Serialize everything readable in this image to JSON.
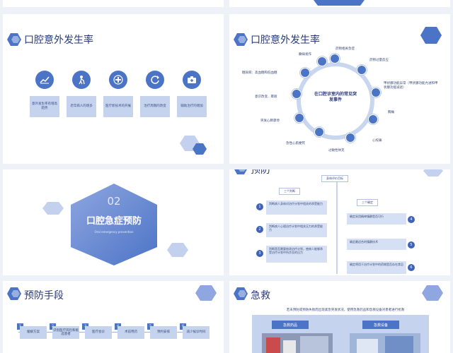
{
  "slide1": {
    "title": "口腔意外发生率",
    "items": [
      {
        "icon": "chart-icon",
        "text": "意外发生率有增高趋势"
      },
      {
        "icon": "elderly-icon",
        "text": "老年病人的增多"
      },
      {
        "icon": "medical-cross-icon",
        "text": "医疗新技术的开展"
      },
      {
        "icon": "cycle-icon",
        "text": "治疗周期的改变"
      },
      {
        "icon": "first-aid-icon",
        "text": "辅助治疗的增加"
      }
    ]
  },
  "slide2": {
    "title": "口腔意外发生率",
    "center": "在口腔诊室内的常见突发事件",
    "labels": [
      "药物相关急症",
      "癫痫发作",
      "药物过量反应",
      "糖尿病：高血糖和低血糖",
      "甲状腺功能异常（甲状腺功能亢进和甲状腺功能减退）",
      "意识改变、晕厥",
      "胸痛",
      "突发心肺骤停",
      "心绞痛",
      "急性心肌梗死",
      "过敏性休克"
    ]
  },
  "slide3": {
    "number": "02",
    "title": "口腔急症预防",
    "subtitle": "Oral emergency prevention"
  },
  "slide4": {
    "title": "预防",
    "top_tag": "身体评价目标",
    "left_tag": "三个判断",
    "right_tag": "三个确定",
    "left_items": [
      {
        "num": "1",
        "text": "判断病人身体对治疗计划中相关的承受能力"
      },
      {
        "num": "2",
        "text": "判断病人心理治疗计划中相关压力的承受能力"
      },
      {
        "num": "3",
        "text": "判断是否需要修改治疗计划，使病人能够承受治疗计划中所涉及的压力"
      }
    ],
    "right_items": [
      {
        "num": "4",
        "text": "确定采用精神镇静是否可行"
      },
      {
        "num": "5",
        "text": "确定最适合的镇静技术"
      },
      {
        "num": "6",
        "text": "确定将用于治疗计划中的药物是否存在禁忌"
      }
    ]
  },
  "slide5": {
    "title": "预防手段",
    "steps": [
      {
        "num": "1",
        "text": "缓解方案"
      },
      {
        "num": "2",
        "text": "识别医疗风险和挑选患者"
      },
      {
        "num": "3",
        "text": "医疗会诊"
      },
      {
        "num": "4",
        "text": "术前用药"
      },
      {
        "num": "5",
        "text": "预约安排"
      },
      {
        "num": "6",
        "text": "减少候诊时间"
      }
    ]
  },
  "slide6": {
    "title": "急救",
    "text": "若未预防或预防失败而出现紧急突发状况，使用急救药品和急救设备对患者进行抢救",
    "tags": [
      "急救药品",
      "急救设备"
    ]
  },
  "colors": {
    "primary": "#4c74c6",
    "light": "#c5d3ee",
    "dark": "#2a3a7a"
  }
}
